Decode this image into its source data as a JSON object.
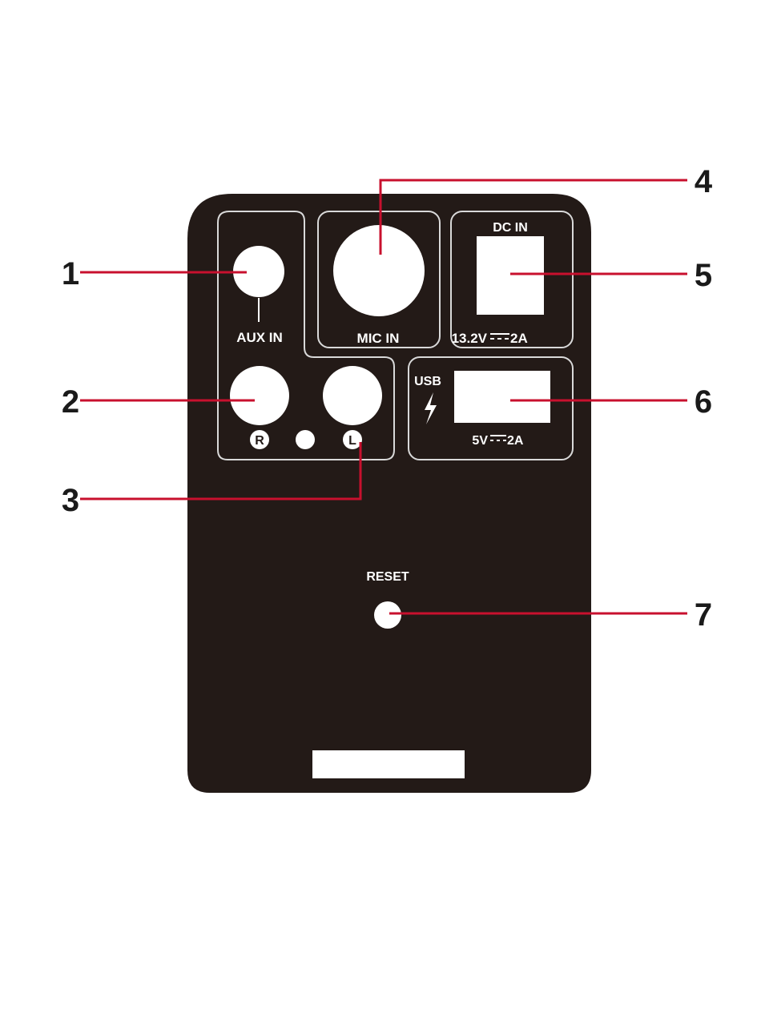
{
  "panel": {
    "aux_label": "AUX IN",
    "mic_label": "MIC IN",
    "dc_label": "DC IN",
    "dc_rating": "13.2V",
    "dc_rating_current": "2A",
    "usb_label": "USB",
    "usb_rating": "5V",
    "usb_rating_current": "2A",
    "rca_right": "R",
    "rca_left": "L",
    "reset_label": "RESET"
  },
  "callouts": [
    "1",
    "2",
    "3",
    "4",
    "5",
    "6",
    "7"
  ],
  "colors": {
    "panel": "#231a17",
    "leader": "#c8102e",
    "outline": "#d9d9d9"
  }
}
